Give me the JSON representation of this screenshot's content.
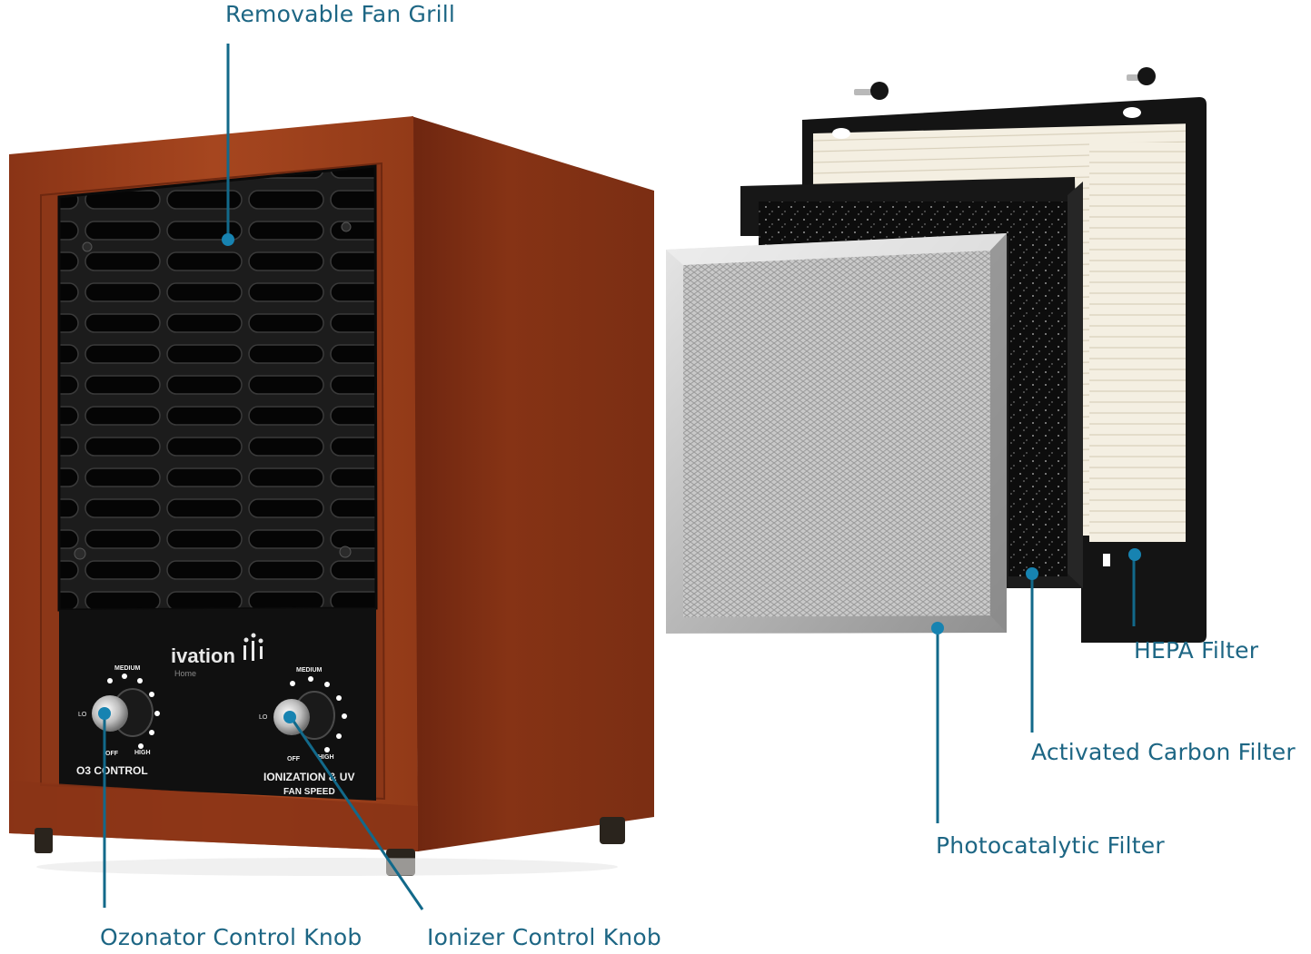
{
  "colors": {
    "label_text": "#1d6684",
    "callout_line": "#12698a",
    "callout_dot": "#1783b1",
    "wood_front": "#9c3f1c",
    "wood_side": "#7a2c12",
    "grill": "#1a1a1a",
    "background": "#ffffff"
  },
  "callouts": [
    {
      "id": "fan-grill",
      "label": "Removable Fan Grill",
      "target": "fan grill"
    },
    {
      "id": "hepa",
      "label": "HEPA Filter",
      "target": "HEPA filter"
    },
    {
      "id": "carbon",
      "label": "Activated Carbon Filter",
      "target": "activated carbon filter"
    },
    {
      "id": "photocatalytic",
      "label": "Photocatalytic Filter",
      "target": "photocatalytic filter"
    },
    {
      "id": "ozonator",
      "label": "Ozonator Control Knob",
      "target": "O3 control knob"
    },
    {
      "id": "ionizer",
      "label": "Ionizer Control Knob",
      "target": "ionization & UV fan speed knob"
    }
  ],
  "device": {
    "brand": "ivation",
    "sub_brand": "Home",
    "left_dial": {
      "title": "O3 CONTROL",
      "labels": {
        "top": "MEDIUM",
        "left": "LO",
        "off": "OFF",
        "high": "HIGH"
      }
    },
    "right_dial": {
      "title_line1": "IONIZATION & UV",
      "title_line2": "FAN SPEED",
      "labels": {
        "top": "MEDIUM",
        "left": "LO",
        "off": "OFF",
        "high": "HIGH"
      }
    }
  }
}
